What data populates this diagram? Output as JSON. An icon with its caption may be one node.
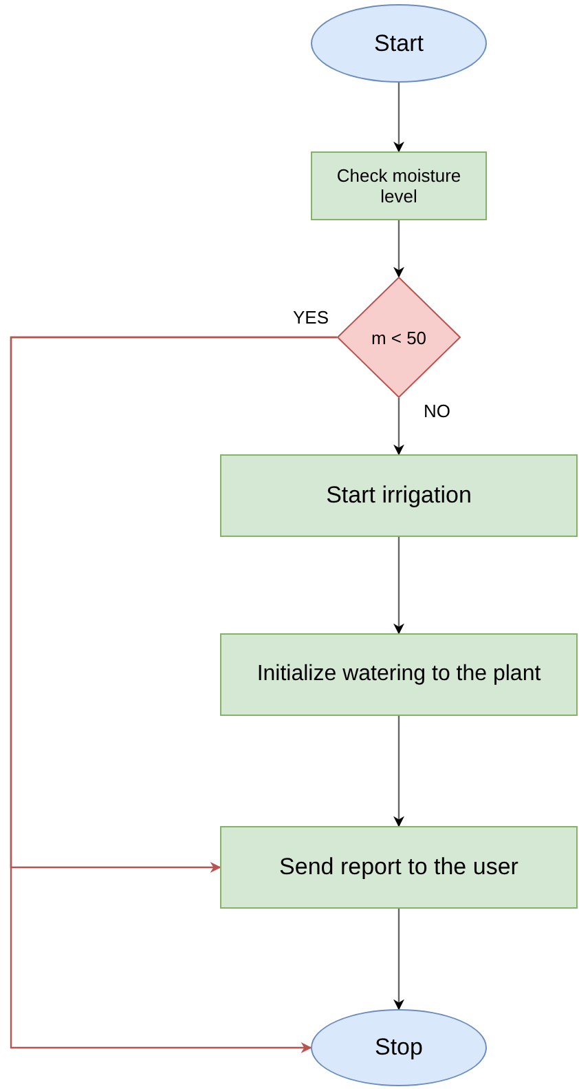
{
  "diagram": {
    "nodes": [
      {
        "text": [
          "Start"
        ]
      },
      {
        "text": [
          "Check moisture level"
        ]
      },
      {
        "text": [
          "m < 50"
        ]
      },
      {
        "text": [
          "Start irrigation"
        ]
      },
      {
        "text": [
          "Initialize watering to the plant"
        ]
      },
      {
        "text": [
          "Send report to the user"
        ]
      },
      {
        "text": [
          "Stop"
        ]
      }
    ],
    "edges": [
      {
        "from": 0,
        "to": 1,
        "arrow": "to"
      },
      {
        "from": 1,
        "to": 2,
        "arrow": "to"
      },
      {
        "from": 2,
        "to": 3,
        "arrow": "to",
        "label": "NO"
      },
      {
        "from": 3,
        "to": 4,
        "arrow": "to"
      },
      {
        "from": 4,
        "to": 5,
        "arrow": "to"
      },
      {
        "from": 5,
        "to": 6,
        "arrow": "to"
      },
      {
        "from": 2,
        "to": 5,
        "arrow": "to",
        "label": "YES",
        "color": "#b85450"
      },
      {
        "from": 2,
        "to": 6,
        "arrow": "to",
        "color": "#b85450"
      }
    ]
  }
}
